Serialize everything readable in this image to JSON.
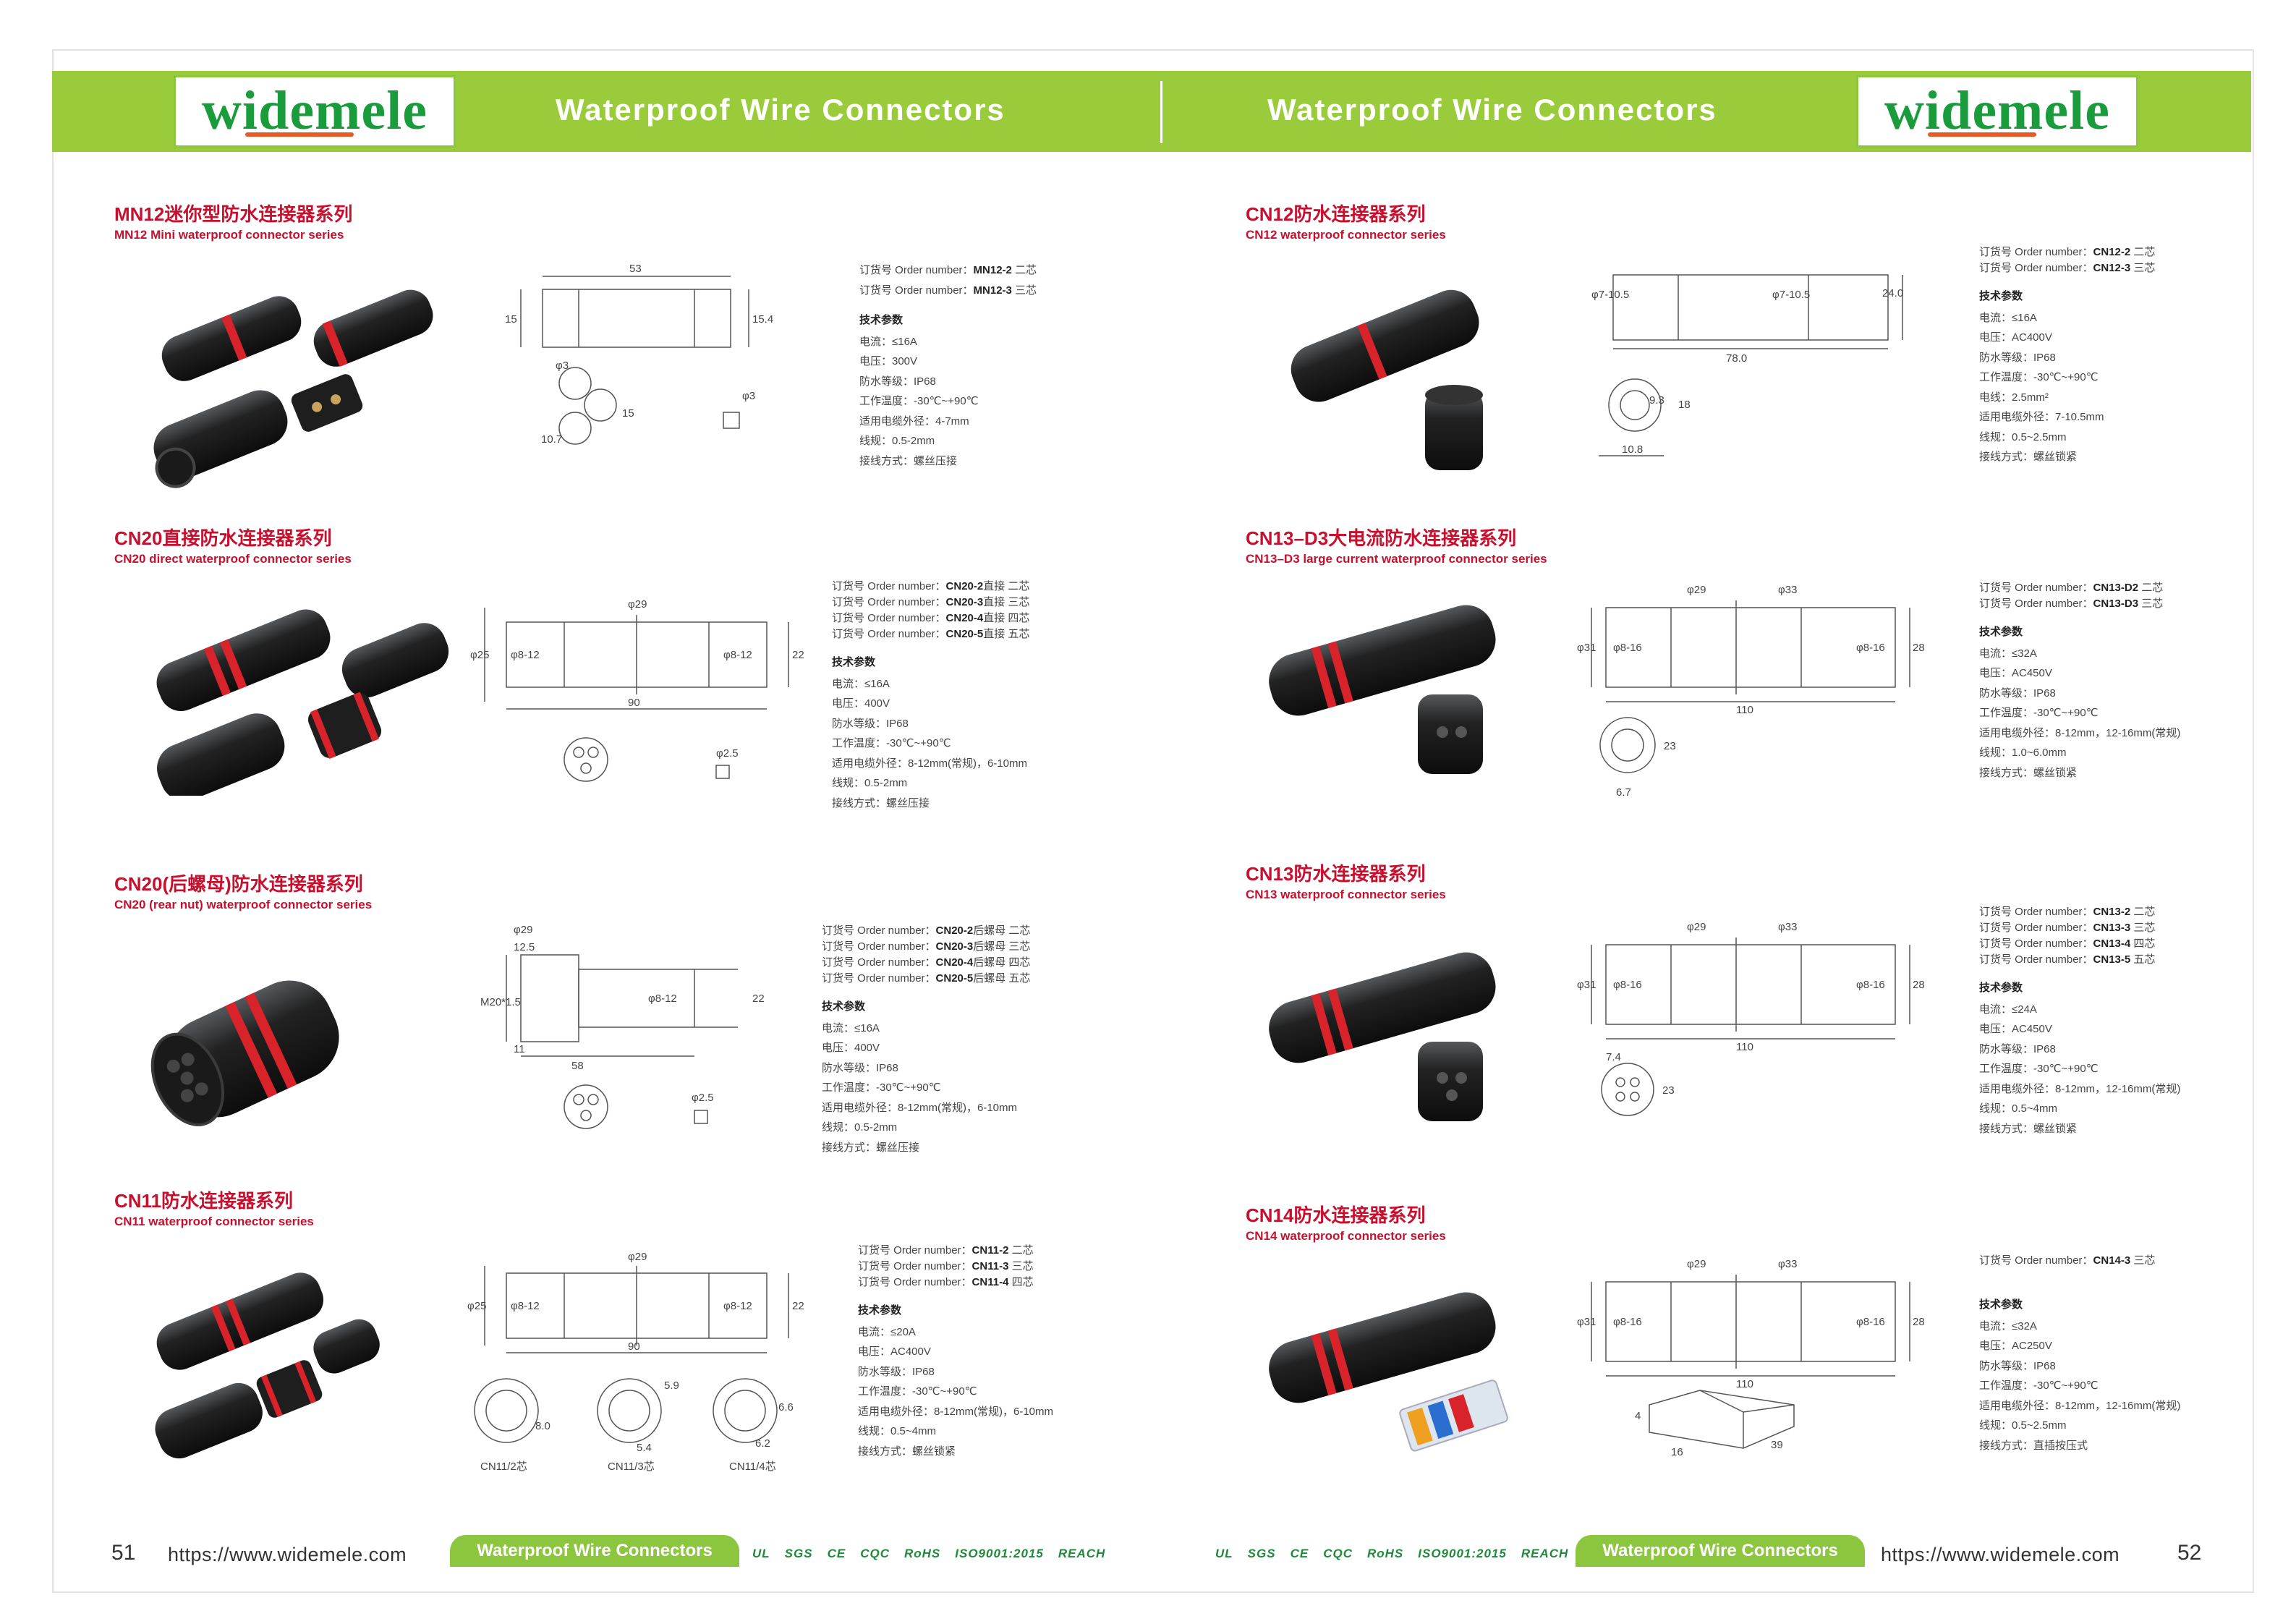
{
  "header": {
    "logo_text": "widemele",
    "title_left": "Waterproof Wire Connectors",
    "title_right": "Waterproof Wire Connectors",
    "colors": {
      "band": "#9acb3a",
      "logo_green": "#1a9c3c",
      "title_red": "#c8102e"
    }
  },
  "tech_label": "技术参数",
  "sections": [
    {
      "cn": "MN12迷你型防水连接器系列",
      "en": "MN12 Mini waterproof connector series",
      "orders": [
        {
          "prefix": "订货号 Order number：",
          "code": "MN12-2",
          "suffix": " 二芯"
        },
        {
          "prefix": "订货号 Order number：",
          "code": "MN12-3",
          "suffix": " 三芯"
        }
      ],
      "specs": [
        "电流：≤16A",
        "电压：300V",
        "防水等级：IP68",
        "工作温度：-30℃~+90℃",
        "适用电缆外径：4-7mm",
        "线规：0.5-2mm",
        "接线方式：螺丝压接"
      ],
      "dims": [
        "53",
        "15",
        "15.4",
        "φ3",
        "15",
        "10.7",
        "φ3"
      ]
    },
    {
      "cn": "CN20直接防水连接器系列",
      "en": "CN20 direct waterproof connector series",
      "orders": [
        {
          "prefix": "订货号 Order number：",
          "code": "CN20-2",
          "suffix": "直接 二芯"
        },
        {
          "prefix": "订货号 Order number：",
          "code": "CN20-3",
          "suffix": "直接 三芯"
        },
        {
          "prefix": "订货号 Order number：",
          "code": "CN20-4",
          "suffix": "直接 四芯"
        },
        {
          "prefix": "订货号 Order number：",
          "code": "CN20-5",
          "suffix": "直接 五芯"
        }
      ],
      "specs": [
        "电流：≤16A",
        "电压：400V",
        "防水等级：IP68",
        "工作温度：-30℃~+90℃",
        "适用电缆外径：8-12mm(常规)，6-10mm",
        "线规：0.5-2mm",
        "接线方式：螺丝压接"
      ],
      "dims": [
        "φ29",
        "φ25",
        "φ8-12",
        "φ8-12",
        "22",
        "90",
        "φ2.5"
      ]
    },
    {
      "cn": "CN20(后螺母)防水连接器系列",
      "en": "CN20 (rear nut) waterproof connector series",
      "orders": [
        {
          "prefix": "订货号 Order number：",
          "code": "CN20-2",
          "suffix": "后螺母 二芯"
        },
        {
          "prefix": "订货号 Order number：",
          "code": "CN20-3",
          "suffix": "后螺母 三芯"
        },
        {
          "prefix": "订货号 Order number：",
          "code": "CN20-4",
          "suffix": "后螺母 四芯"
        },
        {
          "prefix": "订货号 Order number：",
          "code": "CN20-5",
          "suffix": "后螺母 五芯"
        }
      ],
      "specs": [
        "电流：≤16A",
        "电压：400V",
        "防水等级：IP68",
        "工作温度：-30℃~+90℃",
        "适用电缆外径：8-12mm(常规)，6-10mm",
        "线规：0.5-2mm",
        "接线方式：螺丝压接"
      ],
      "dims": [
        "φ29",
        "12.5",
        "M20*1.5",
        "φ8-12",
        "22",
        "11",
        "58",
        "φ2.5"
      ]
    },
    {
      "cn": "CN11防水连接器系列",
      "en": "CN11 waterproof connector series",
      "orders": [
        {
          "prefix": "订货号 Order number：",
          "code": "CN11-2",
          "suffix": " 二芯"
        },
        {
          "prefix": "订货号 Order number：",
          "code": "CN11-3",
          "suffix": " 三芯"
        },
        {
          "prefix": "订货号 Order number：",
          "code": "CN11-4",
          "suffix": " 四芯"
        }
      ],
      "specs": [
        "电流：≤20A",
        "电压：AC400V",
        "防水等级：IP68",
        "工作温度：-30℃~+90℃",
        "适用电缆外径：8-12mm(常规)，6-10mm",
        "线规：0.5~4mm",
        "接线方式：螺丝锁紧"
      ],
      "dims": [
        "φ29",
        "φ25",
        "φ8-12",
        "φ8-12",
        "22",
        "90",
        "8.0",
        "5.9",
        "5.4",
        "6.6",
        "6.2"
      ],
      "face_labels": [
        "CN11/2芯",
        "CN11/3芯",
        "CN11/4芯"
      ]
    },
    {
      "cn": "CN12防水连接器系列",
      "en": "CN12 waterproof connector series",
      "orders": [
        {
          "prefix": "订货号 Order number：",
          "code": "CN12-2",
          "suffix": " 二芯"
        },
        {
          "prefix": "订货号 Order number：",
          "code": "CN12-3",
          "suffix": " 三芯"
        }
      ],
      "specs": [
        "电流：≤16A",
        "电压：AC400V",
        "防水等级：IP68",
        "工作温度：-30℃~+90℃",
        "电线：2.5mm²",
        "适用电缆外径：7-10.5mm",
        "线规：0.5~2.5mm",
        "接线方式：螺丝锁紧"
      ],
      "dims": [
        "φ7-10.5",
        "φ7-10.5",
        "24.0",
        "78.0",
        "9.3",
        "18",
        "10.8"
      ]
    },
    {
      "cn": "CN13–D3大电流防水连接器系列",
      "en": "CN13–D3 large current waterproof connector series",
      "orders": [
        {
          "prefix": "订货号 Order number：",
          "code": "CN13-D2",
          "suffix": " 二芯"
        },
        {
          "prefix": "订货号 Order number：",
          "code": "CN13-D3",
          "suffix": " 三芯"
        }
      ],
      "specs": [
        "电流：≤32A",
        "电压：AC450V",
        "防水等级：IP68",
        "工作温度：-30℃~+90℃",
        "适用电缆外径：8-12mm，12-16mm(常规)",
        "线规：1.0~6.0mm",
        "接线方式：螺丝锁紧"
      ],
      "dims": [
        "φ29",
        "φ33",
        "φ31",
        "φ8-16",
        "φ8-16",
        "28",
        "110",
        "23",
        "6.7"
      ]
    },
    {
      "cn": "CN13防水连接器系列",
      "en": "CN13 waterproof connector series",
      "orders": [
        {
          "prefix": "订货号 Order number：",
          "code": "CN13-2",
          "suffix": " 二芯"
        },
        {
          "prefix": "订货号 Order number：",
          "code": "CN13-3",
          "suffix": " 三芯"
        },
        {
          "prefix": "订货号 Order number：",
          "code": "CN13-4",
          "suffix": " 四芯"
        },
        {
          "prefix": "订货号 Order number：",
          "code": "CN13-5",
          "suffix": " 五芯"
        }
      ],
      "specs": [
        "电流：≤24A",
        "电压：AC450V",
        "防水等级：IP68",
        "工作温度：-30℃~+90℃",
        "适用电缆外径：8-12mm，12-16mm(常规)",
        "线规：0.5~4mm",
        "接线方式：螺丝锁紧"
      ],
      "dims": [
        "φ29",
        "φ33",
        "φ31",
        "φ8-16",
        "φ8-16",
        "28",
        "110",
        "7.4",
        "23"
      ]
    },
    {
      "cn": "CN14防水连接器系列",
      "en": "CN14 waterproof connector series",
      "orders": [
        {
          "prefix": "订货号 Order number：",
          "code": "CN14-3",
          "suffix": " 三芯"
        }
      ],
      "specs": [
        "电流：≤32A",
        "电压：AC250V",
        "防水等级：IP68",
        "工作温度：-30℃~+90℃",
        "适用电缆外径：8-12mm，12-16mm(常规)",
        "线规：0.5~2.5mm",
        "接线方式：直插按压式"
      ],
      "dims": [
        "φ29",
        "φ33",
        "φ31",
        "φ8-16",
        "φ8-16",
        "28",
        "110",
        "4",
        "16",
        "39"
      ]
    }
  ],
  "footer": {
    "page_left": "51",
    "page_right": "52",
    "url": "https://www.widemele.com",
    "pill": "Waterproof Wire Connectors",
    "certs": [
      "UL",
      "SGS",
      "CE",
      "CQC",
      "RoHS",
      "ISO9001:2015",
      "REACH"
    ]
  }
}
